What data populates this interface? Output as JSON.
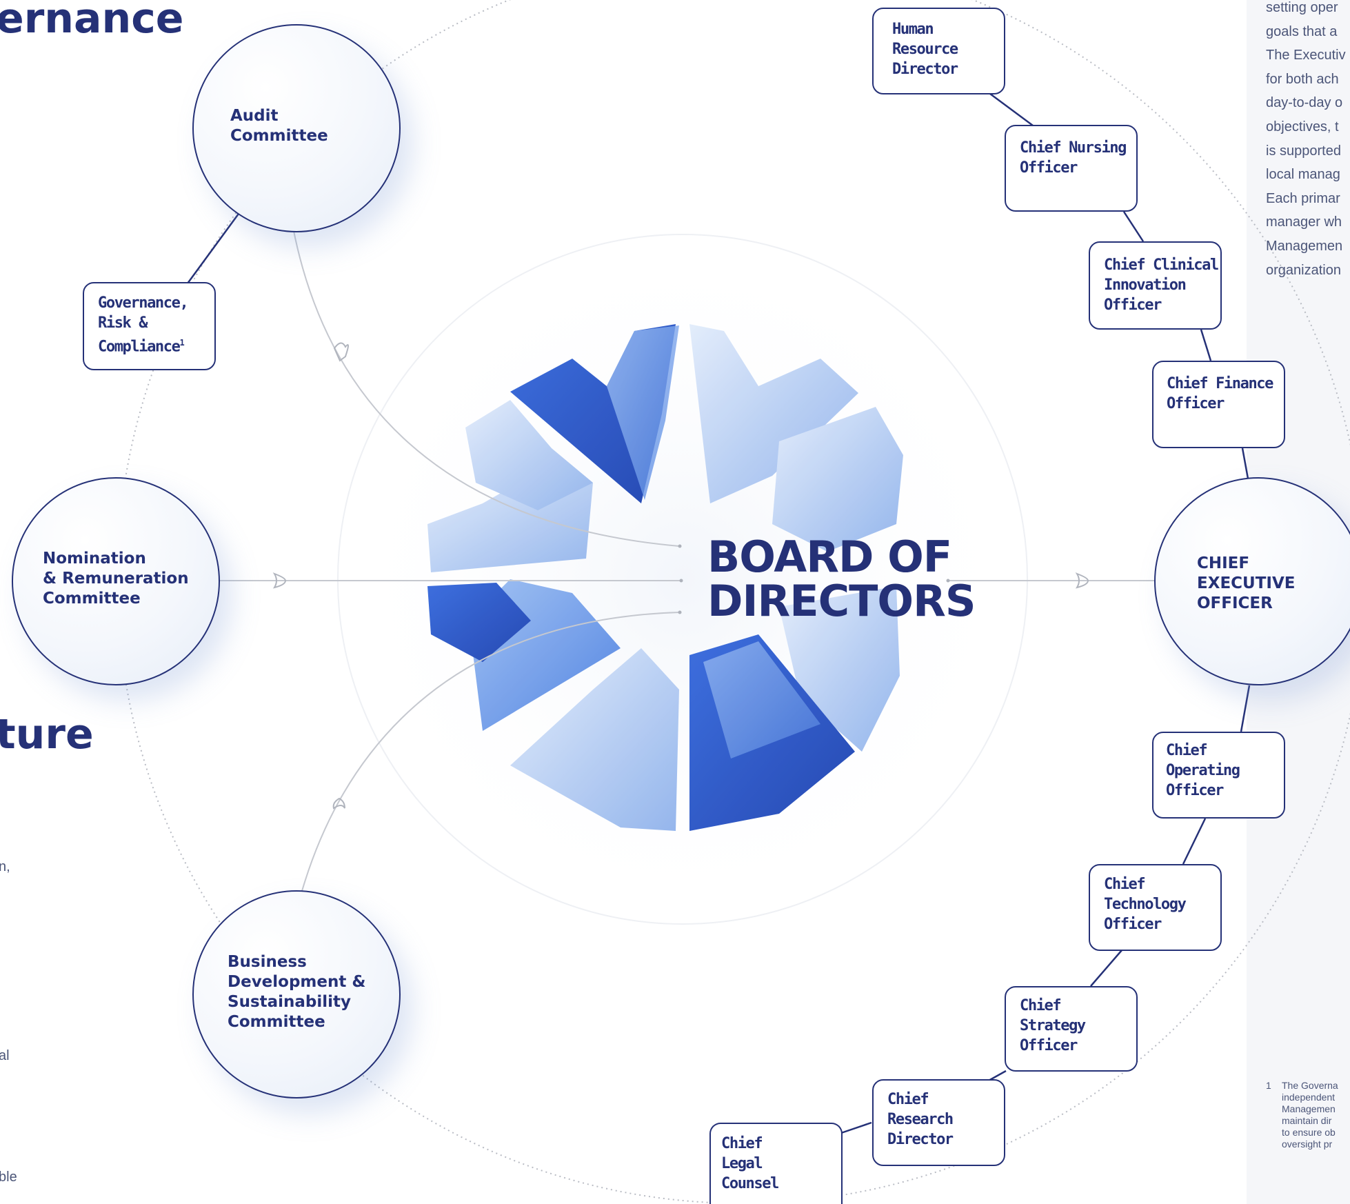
{
  "headings": {
    "governance": "ernance",
    "structure": "ture"
  },
  "board": {
    "title": "BOARD OF\nDIRECTORS"
  },
  "committees": [
    {
      "id": "audit",
      "label": "Audit\nCommittee"
    },
    {
      "id": "nomination",
      "label": "Nomination\n& Remuneration\nCommittee"
    },
    {
      "id": "business",
      "label": "Business\nDevelopment &\nSustainability\nCommittee"
    }
  ],
  "grc": {
    "label": "Governance,\nRisk &\nCompliance",
    "footnote_mark": "1"
  },
  "ceo": {
    "label": "CHIEF\nEXECUTIVE\nOFFICER"
  },
  "executives": [
    {
      "id": "hr",
      "label": "Human\nResource\nDirector"
    },
    {
      "id": "cno",
      "label": "Chief Nursing\nOfficer"
    },
    {
      "id": "ccio",
      "label": "Chief Clinical\nInnovation\nOfficer"
    },
    {
      "id": "cfo",
      "label": "Chief Finance\nOfficer"
    },
    {
      "id": "coo",
      "label": "Chief\nOperating\nOfficer"
    },
    {
      "id": "cto",
      "label": "Chief\nTechnology\nOfficer"
    },
    {
      "id": "cso",
      "label": "Chief\nStrategy\nOfficer"
    },
    {
      "id": "crd",
      "label": "Chief\nResearch\nDirector"
    },
    {
      "id": "clc",
      "label": "Chief\nLegal\nCounsel"
    }
  ],
  "side_text": "setting oper\ngoals that a\nThe Executiv\nfor both ach\nday-to-day o\nobjectives, t\nis supported\nlocal manag\nEach primar\nmanager wh\nManagemen\norganization",
  "footnote": {
    "number": "1",
    "text": "The Governa\nindependent\nManagemen\nmaintain dir\nto ensure ob\noversight pr"
  },
  "left_fragments": [
    "n,",
    "al",
    "ble"
  ],
  "colors": {
    "navy": "#253177",
    "line_gray": "#c5c8cf",
    "dotted": "#b9bcc4",
    "emblem_dark": "#1f4fc2",
    "emblem_light": "#8fb4ee"
  }
}
